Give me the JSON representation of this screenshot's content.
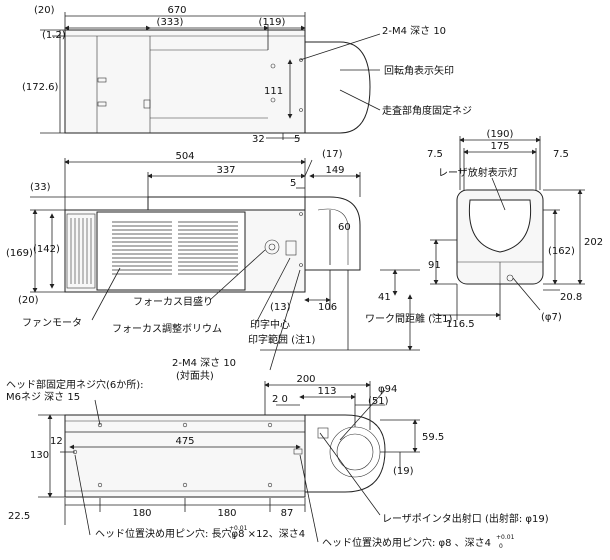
{
  "top_view": {
    "dims": {
      "d20": "(20)",
      "d670": "670",
      "d333": "(333)",
      "d119": "(119)",
      "d1_2": "(1.2)",
      "d172_6": "(172.6)",
      "d111": "111",
      "d32": "32",
      "d5": "5"
    },
    "labels": {
      "m4": "2-M4 深さ 10",
      "arrow": "回転角表示矢印",
      "screw": "走査部角度固定ネジ"
    }
  },
  "side_view": {
    "dims": {
      "d504": "504",
      "d337": "337",
      "d17": "(17)",
      "d5": "5",
      "d149": "149",
      "d33": "(33)",
      "d169": "(169)",
      "d142": "(142)",
      "d20": "(20)",
      "d60": "60",
      "d13": "(13)",
      "d106": "106",
      "d41": "41"
    },
    "labels": {
      "fan": "ファンモータ",
      "focus_scale": "フォーカス目盛り",
      "focus_vol": "フォーカス調整ボリウム",
      "print_center": "印字中心",
      "print_range": "印字範囲 (注1)",
      "work_dist": "ワーク間距離 (注1)",
      "m4": "2-M4 深さ 10",
      "m4_sub": "(対面共)"
    }
  },
  "front_view": {
    "dims": {
      "d190": "(190)",
      "d175": "175",
      "d7_5a": "7.5",
      "d7_5b": "7.5",
      "d202": "202",
      "d162": "(162)",
      "d91": "91",
      "d20_8": "20.8",
      "d116_5": "116.5",
      "phi7": "(φ7)"
    },
    "labels": {
      "laser_lamp": "レーザ放射表示灯"
    }
  },
  "bottom_view": {
    "dims": {
      "d200": "200",
      "d113": "113",
      "d20": "2 0",
      "d51": "(51)",
      "phi94": "φ94",
      "d12": "12",
      "d475": "475",
      "d130": "130",
      "d59_5": "59.5",
      "d19": "(19)",
      "d180a": "180",
      "d180b": "180",
      "d87": "87",
      "d22_5": "22.5"
    },
    "labels": {
      "head_screw1": "ヘッド部固定用ネジ穴(6か所):",
      "head_screw2": "M6ネジ 深さ 15",
      "pointer": "レーザポインタ出射口 (出射部: φ19)",
      "pin_long": "ヘッド位置決め用ピン穴: 長穴φ8 ×12、深さ4",
      "pin_round": "ヘッド位置決め用ピン穴: φ8 、深さ4",
      "tol": "+0.01",
      "tol0": "0"
    }
  }
}
